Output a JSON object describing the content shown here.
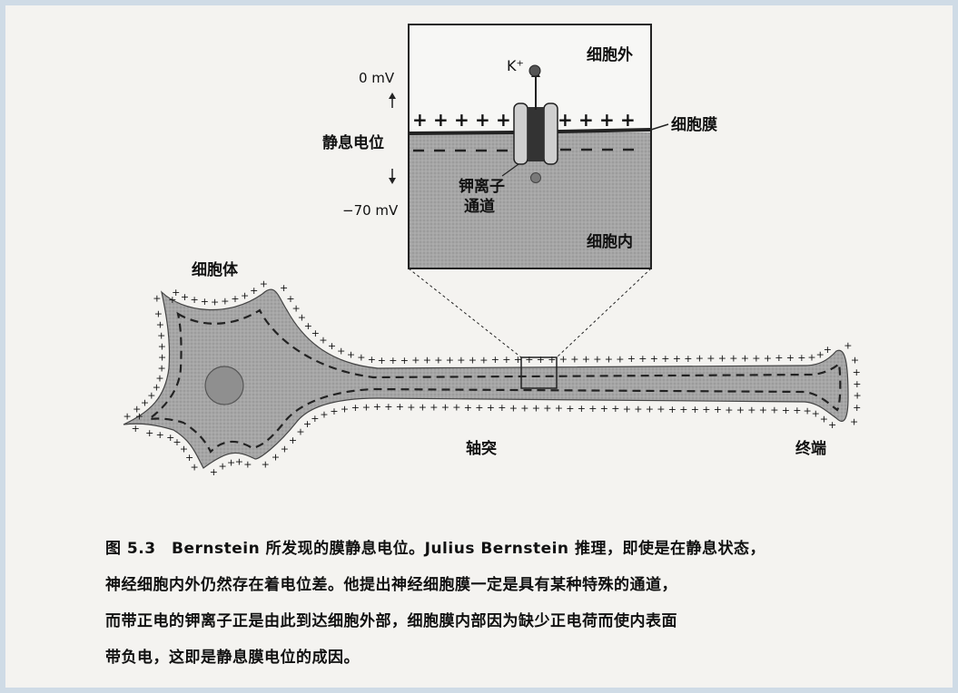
{
  "figure": {
    "zoom_box": {
      "outside_label": "细胞外",
      "inside_label": "细胞内",
      "ion_label": "K⁺",
      "membrane_label": "细胞膜",
      "channel_label_line1": "钾离子",
      "channel_label_line2": "通道"
    },
    "axis": {
      "top_value": "0 mV",
      "middle_label": "静息电位",
      "bottom_value": "−70 mV"
    },
    "neuron": {
      "soma_label": "细胞体",
      "axon_label": "轴突",
      "terminal_label": "终端"
    }
  },
  "caption": {
    "line1": "图 5.3　Bernstein 所发现的膜静息电位。Julius Bernstein 推理，即使是在静息状态，",
    "line2": "神经细胞内外仍然存在着电位差。他提出神经细胞膜一定是具有某种特殊的通道，",
    "line3": "而带正电的钾离子正是由此到达细胞外部，细胞膜内部因为缺少正电荷而使内表面",
    "line4": "带负电，这即是静息膜电位的成因。"
  },
  "colors": {
    "page": "#f4f3f0",
    "frame": "#cfdbe6",
    "cell_fill": "#a9a9a9",
    "outside_fill": "#f7f7f5",
    "nucleus": "#8f8f8f"
  }
}
